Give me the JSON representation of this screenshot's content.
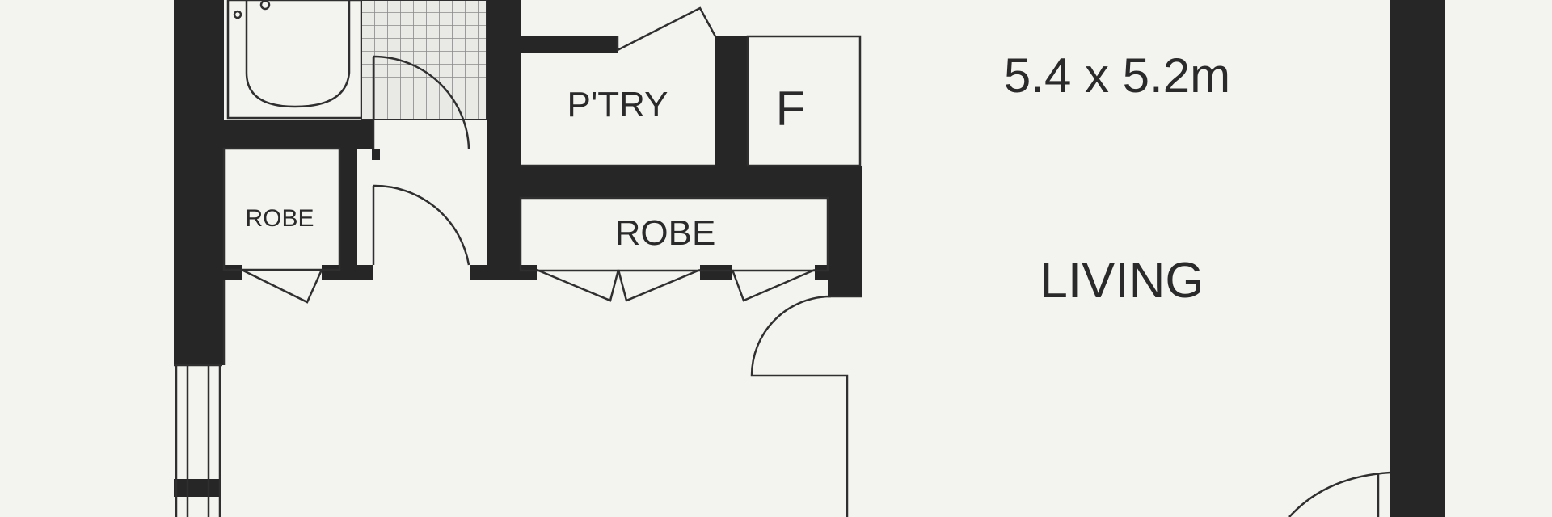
{
  "rooms": {
    "pantry": "P'TRY",
    "fridge": "F",
    "robe_small": "ROBE",
    "robe_large": "ROBE",
    "living_label": "LIVING",
    "living_dims": "5.4 x 5.2m"
  },
  "colors": {
    "paper": "#f3f3ef",
    "wall": "#262626",
    "line": "#2f2f2f"
  }
}
